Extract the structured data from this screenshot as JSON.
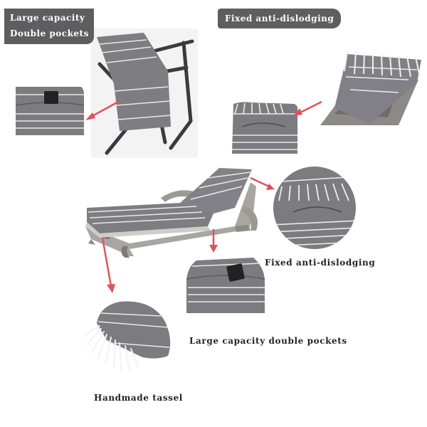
{
  "labels": {
    "large_capacity": "Large capacity",
    "double_pockets": "Double pockets",
    "fixed_top": "Fixed anti-dislodging",
    "fixed_mid": "Fixed anti-dislodging",
    "large_capacity_double_pockets": "Large capacity double pockets",
    "handmade_tassel": "Handmade tassel"
  },
  "colors": {
    "tag_bg": "#5e5e60",
    "towel_gray": "#7d7d82",
    "stripe": "#e9e9ea",
    "arrow": "#e0525b",
    "frame_dark": "#3b3b3d",
    "wicker": "#a9a5a0"
  },
  "icons": [
    "callout-arrow-icon"
  ]
}
